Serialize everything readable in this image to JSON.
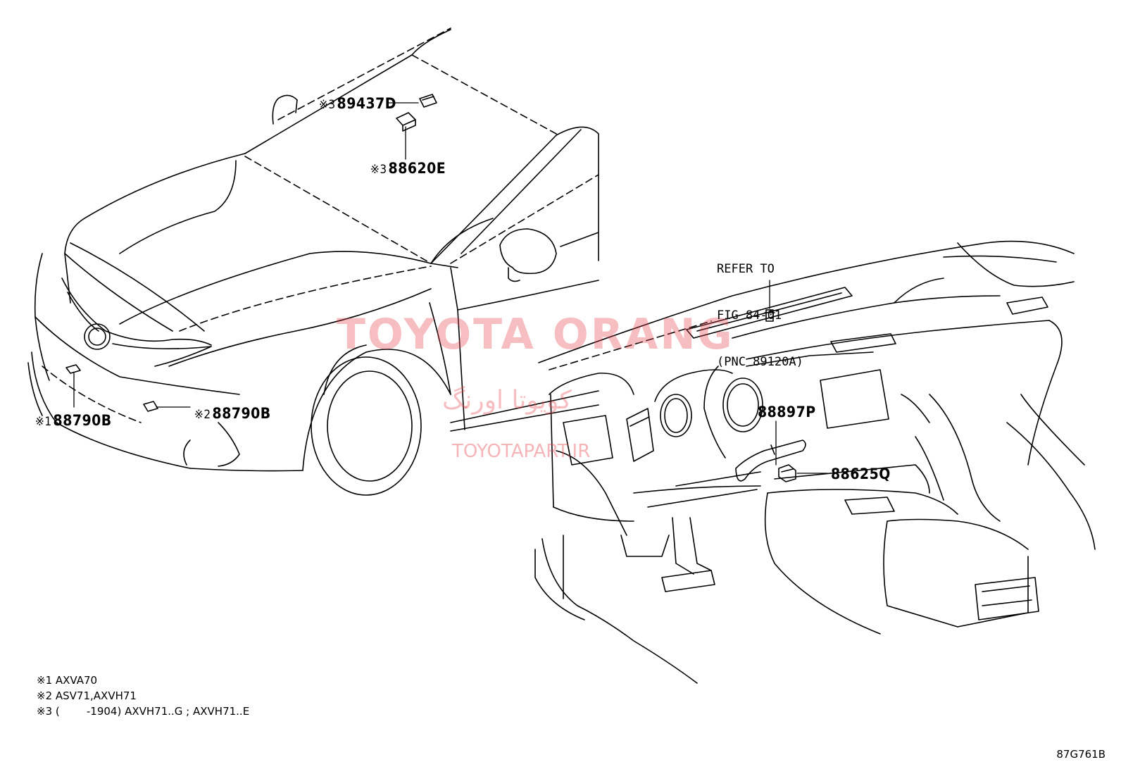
{
  "parts": {
    "p89437D": {
      "marker": "※3",
      "number": "89437D"
    },
    "p88620E": {
      "marker": "※3",
      "number": "88620E"
    },
    "p88790B_1": {
      "marker": "※1",
      "number": "88790B"
    },
    "p88790B_2": {
      "marker": "※2",
      "number": "88790B"
    },
    "p88897P": {
      "number": "88897P"
    },
    "p88625Q": {
      "number": "88625Q"
    }
  },
  "refer": {
    "line1": "REFER TO",
    "line2": "FIG 84-01",
    "line3": "(PNC 89120A)"
  },
  "notes": [
    "※1 AXVA70",
    "※2 ASV71,AXVH71",
    "※3 (        -1904) AXVH71..G ; AXVH71..E"
  ],
  "figure_code": "87G761B",
  "watermark": {
    "title": "TOYOTA ORANG",
    "persian": "کویوتا اورنگ",
    "site": "TOYOTAPART.IR",
    "color": "#e5464d"
  }
}
